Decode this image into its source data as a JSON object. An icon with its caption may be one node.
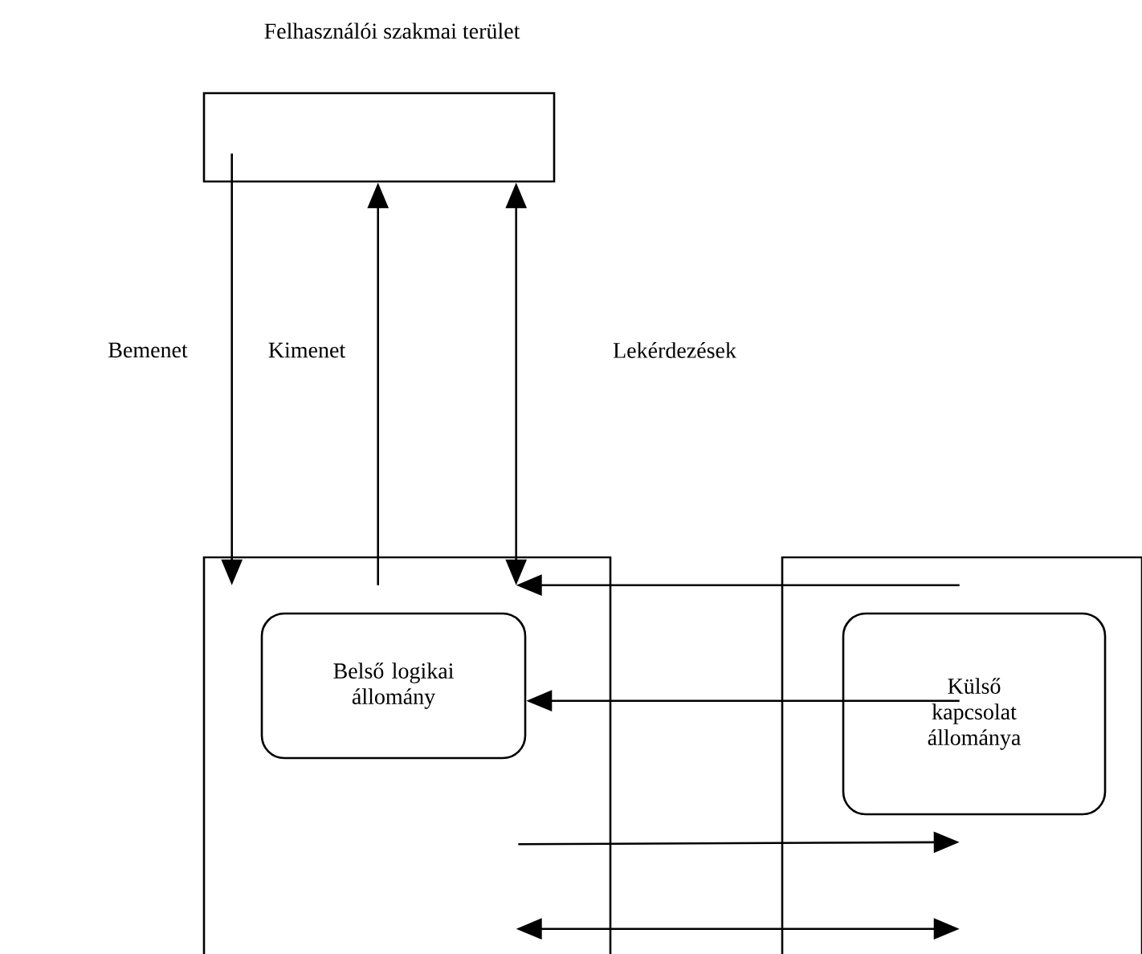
{
  "diagram": {
    "nodes": [
      {
        "text": [
          "Felhasználói szakmai terület"
        ]
      },
      {
        "text": [],
        "shape": "box"
      },
      {
        "text": [
          "Belső logikai állomány"
        ],
        "in": 1
      },
      {
        "text": [],
        "shape": "box"
      },
      {
        "text": [
          "Külső kapcsolat állománya"
        ],
        "in": 3
      }
    ],
    "edges": [
      {
        "from": 0,
        "to": 1,
        "arrow": "to",
        "label": "Bemenet"
      },
      {
        "from": 1,
        "to": 0,
        "arrow": "to",
        "label": "Kimenet"
      },
      {
        "from": 0,
        "to": 1,
        "arrow": "both",
        "label": "Lekérdezések"
      },
      {
        "from": 3,
        "to": 1,
        "arrow": "to"
      },
      {
        "from": 4,
        "to": 2,
        "arrow": "to"
      },
      {
        "from": 2,
        "to": 4,
        "arrow": "to"
      },
      {
        "from": 1,
        "to": 3,
        "arrow": "both"
      }
    ]
  }
}
